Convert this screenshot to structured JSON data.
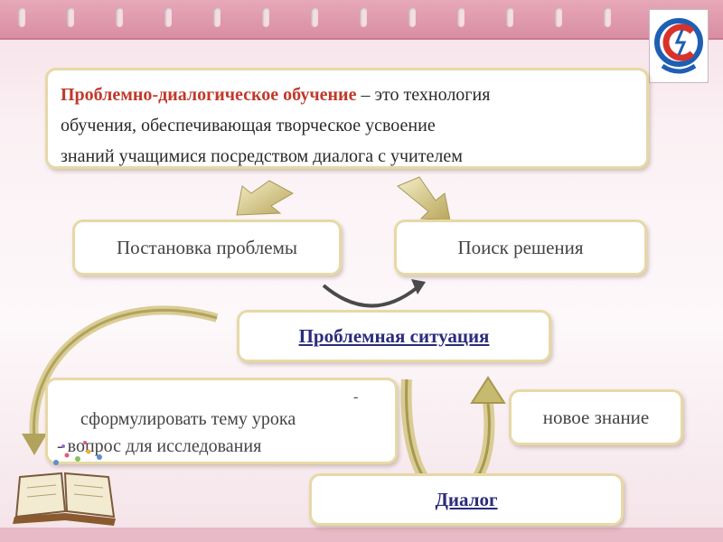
{
  "definition": {
    "term": "Проблемно-диалогическое обучение",
    "line1_rest": " – это технология",
    "line2": "обучения, обеспечивающая творческое усвоение",
    "line3": " знаний учащимися посредством диалога с учителем"
  },
  "boxes": {
    "problem_statement": "Постановка проблемы",
    "solution_search": "Поиск решения",
    "problem_situation": "Проблемная ситуация",
    "dialog": "Диалог",
    "new_knowledge": "новое знание"
  },
  "task_box": {
    "dash": "-",
    "line1": "сформулировать тему урока",
    "line2": "- вопрос для исследования"
  },
  "colors": {
    "accent_red": "#c0392b",
    "link_blue": "#2b2c7a",
    "box_border": "#e6d9a6",
    "arrow_gold": "#cfc07a",
    "band_pink": "#d98ea3"
  },
  "icons": [
    "logo-emblem",
    "open-book-icon",
    "down-arrow",
    "curved-arrow"
  ]
}
